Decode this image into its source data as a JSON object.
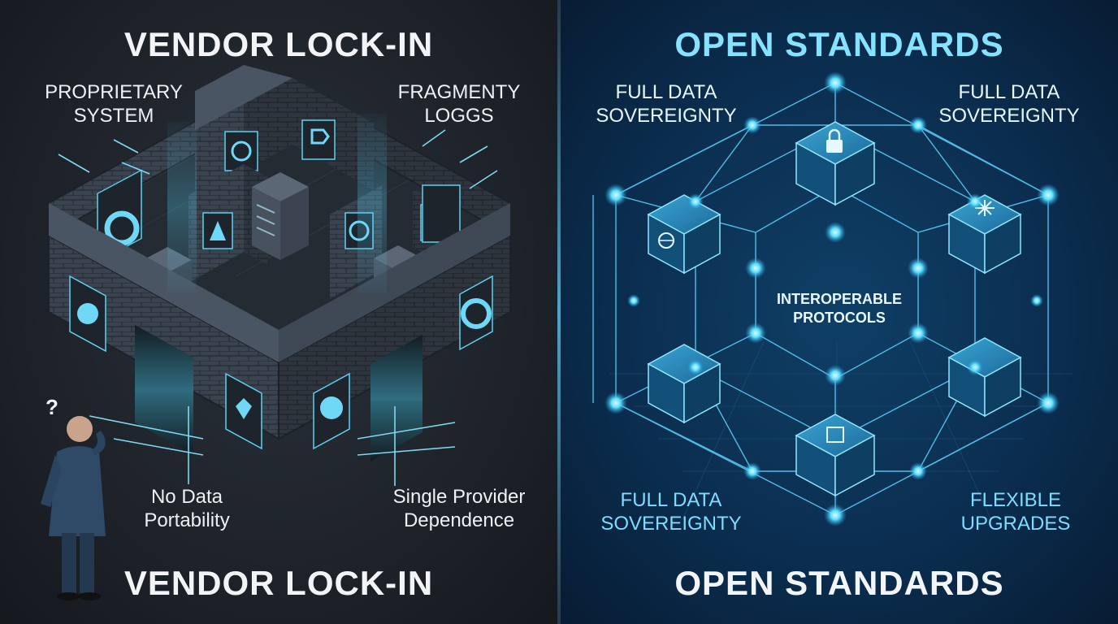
{
  "left": {
    "title_top": "VENDOR LOCK-IN",
    "title_bottom": "VENDOR LOCK-IN",
    "labels": {
      "proprietary": "PROPRIETARY\nSYSTEM",
      "fragmenty": "FRAGMENTY\nLOGGS",
      "no_data": "No Data\nPortability",
      "single_provider": "Single Provider\nDependence"
    },
    "question_mark": "?"
  },
  "right": {
    "title_top": "OPEN STANDARDS",
    "title_bottom": "OPEN STANDARDS",
    "labels": {
      "top_left": "FULL DATA\nSOVEREIGNTY",
      "top_right": "FULL DATA\nSOVEREIGNTY",
      "bottom_left": "FULL DATA\nSOVEREIGNTY",
      "bottom_right": "FLEXIBLE\nUPGRADES",
      "center": "INTEROPERABLE\nPROTOCOLS"
    }
  },
  "colors": {
    "left_bg": "#1f242b",
    "right_bg": "#0b2e50",
    "accent": "#4fd6ff",
    "wall": "#3b4450"
  },
  "icons": [
    "padlock-icon",
    "globe-icon",
    "snowflake-icon",
    "chip-icon",
    "question-icon",
    "person-icon"
  ]
}
